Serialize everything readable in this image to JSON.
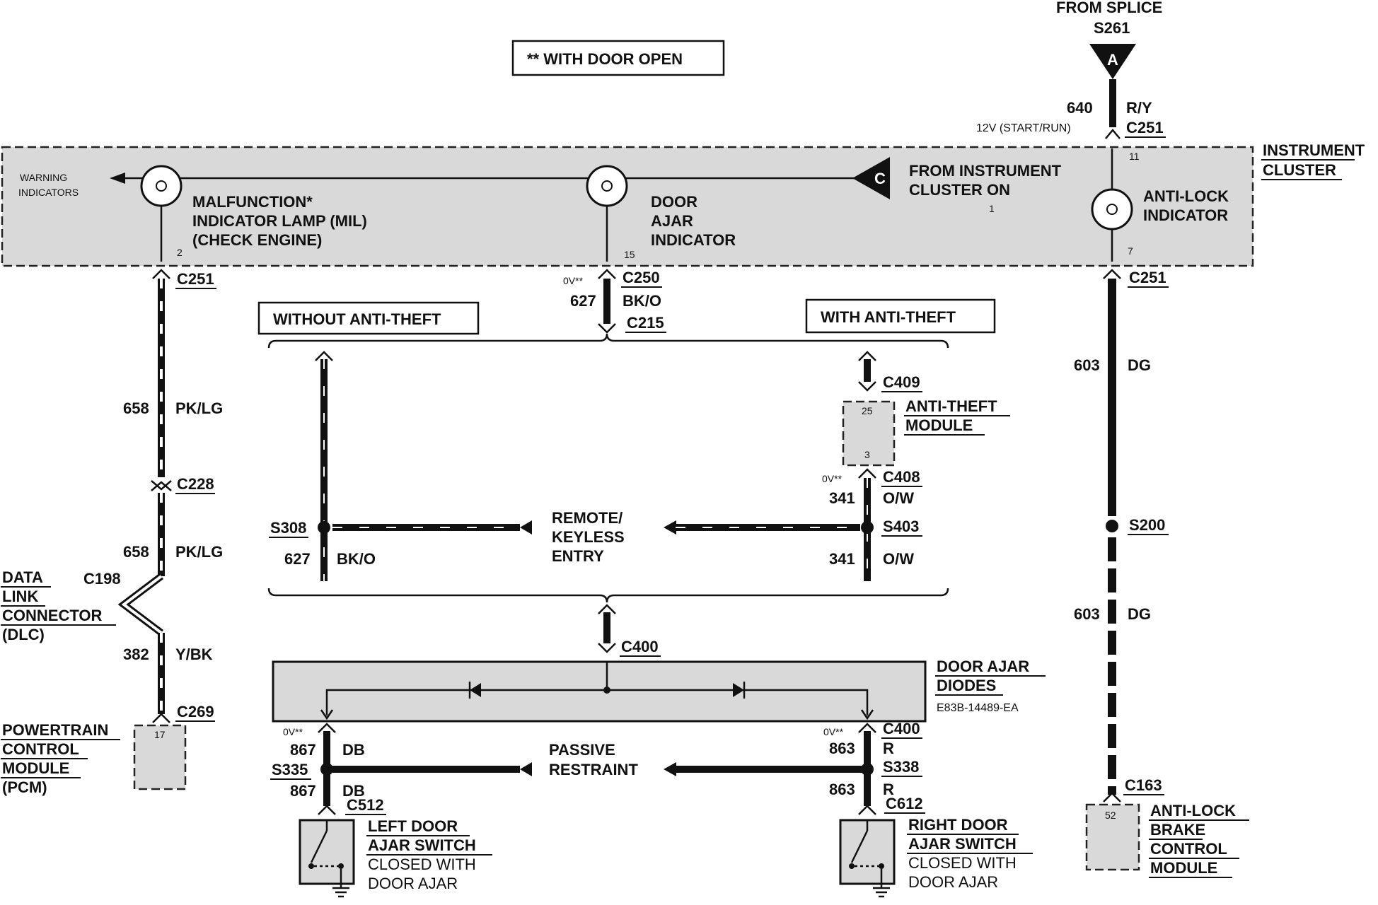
{
  "note": "** WITH DOOR OPEN",
  "from_splice": {
    "line1": "FROM SPLICE",
    "line2": "S261",
    "tag": "A"
  },
  "top_wire": {
    "circuit": "640",
    "color": "R/Y",
    "voltage": "12V (START/RUN)",
    "connector": "C251",
    "pin": "11"
  },
  "instrument_cluster": {
    "label1": "INSTRUMENT",
    "label2": "CLUSTER",
    "warning1": "WARNING",
    "warning2": "INDICATORS",
    "mil1": "MALFUNCTION*",
    "mil2": "INDICATOR LAMP (MIL)",
    "mil3": "(CHECK ENGINE)",
    "mil_pin": "2",
    "door1": "DOOR",
    "door2": "AJAR",
    "door3": "INDICATOR",
    "door_pin": "15",
    "from1": "FROM INSTRUMENT",
    "from2": "CLUSTER ON",
    "from_tag": "C",
    "from_pin": "1",
    "abs1": "ANTI-LOCK",
    "abs2": "INDICATOR",
    "abs_pin": "7"
  },
  "left_branch": {
    "c251": "C251",
    "w1_num": "658",
    "w1_color": "PK/LG",
    "c228": "C228",
    "w2_num": "658",
    "w2_color": "PK/LG",
    "dlc1": "DATA",
    "dlc2": "LINK",
    "dlc3": "CONNECTOR",
    "dlc4": "(DLC)",
    "c198": "C198",
    "w3_num": "382",
    "w3_color": "Y/BK",
    "c269": "C269",
    "pcm1": "POWERTRAIN",
    "pcm2": "CONTROL",
    "pcm3": "MODULE",
    "pcm4": "(PCM)",
    "pcm_pin": "17"
  },
  "center": {
    "ov": "0V**",
    "c250": "C250",
    "num": "627",
    "color": "BK/O",
    "c215": "C215",
    "without": "WITHOUT ANTI-THEFT",
    "with": "WITH ANTI-THEFT",
    "c409": "C409",
    "atm1": "ANTI-THEFT",
    "atm2": "MODULE",
    "atm_pin_top": "25",
    "atm_pin_bot": "3",
    "ov2": "0V**",
    "c408": "C408",
    "n341a": "341",
    "ow_a": "O/W",
    "s308": "S308",
    "n627": "627",
    "bko": "BK/O",
    "rke1": "REMOTE/",
    "rke2": "KEYLESS",
    "rke3": "ENTRY",
    "s403": "S403",
    "n341b": "341",
    "ow_b": "O/W",
    "c400": "C400"
  },
  "diodes": {
    "label1": "DOOR AJAR",
    "label2": "DIODES",
    "part": "E83B-14489-EA"
  },
  "bottom": {
    "ov_l": "0V**",
    "n867a": "867",
    "db_a": "DB",
    "s335": "S335",
    "n867b": "867",
    "db_b": "DB",
    "c512": "C512",
    "pr1": "PASSIVE",
    "pr2": "RESTRAINT",
    "ov_r": "0V**",
    "c400r": "C400",
    "n863a": "863",
    "r_a": "R",
    "s338": "S338",
    "n863b": "863",
    "r_b": "R",
    "c612": "C612",
    "lsw1": "LEFT DOOR",
    "lsw2": "AJAR SWITCH",
    "lsw3": "CLOSED WITH",
    "lsw4": "DOOR AJAR",
    "rsw1": "RIGHT DOOR",
    "rsw2": "AJAR SWITCH",
    "rsw3": "CLOSED WITH",
    "rsw4": "DOOR AJAR"
  },
  "right_branch": {
    "c251": "C251",
    "w1_num": "603",
    "w1_color": "DG",
    "s200": "S200",
    "w2_num": "603",
    "w2_color": "DG",
    "c163": "C163",
    "abs1": "ANTI-LOCK",
    "abs2": "BRAKE",
    "abs3": "CONTROL",
    "abs4": "MODULE",
    "abs_pin": "52"
  }
}
